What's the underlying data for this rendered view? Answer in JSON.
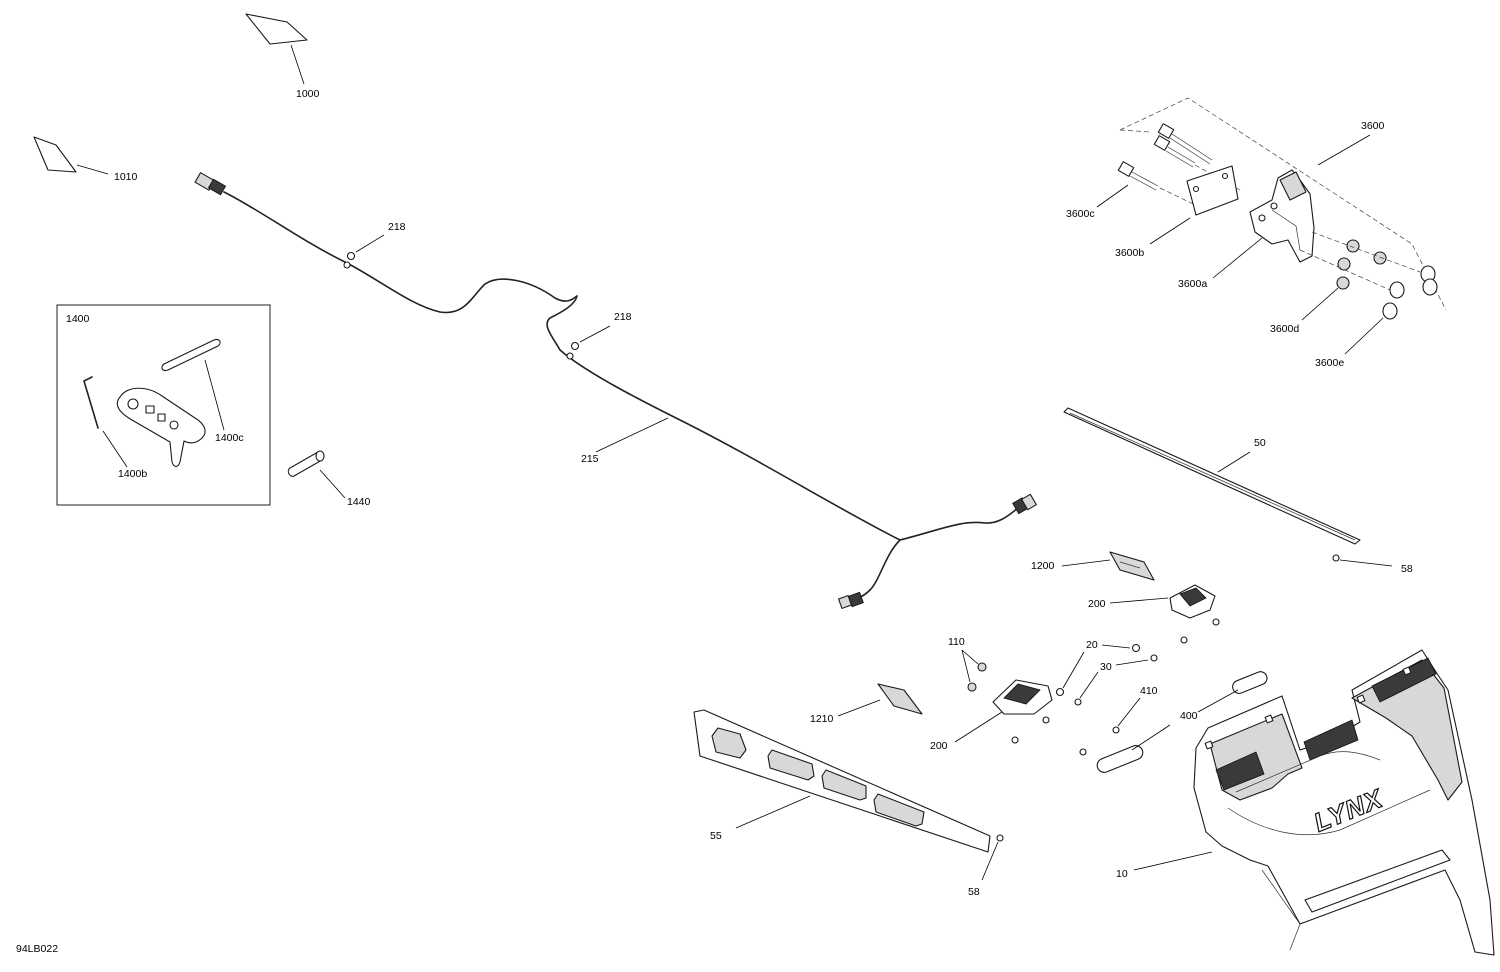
{
  "diagram": {
    "drawing_code": "94LB022",
    "brand_logo_text": "LYNX",
    "callouts": {
      "c1000": "1000",
      "c1010": "1010",
      "c218a": "218",
      "c218b": "218",
      "c215": "215",
      "c1400": "1400",
      "c1400b": "1400b",
      "c1400c": "1400c",
      "c1440": "1440",
      "c3600": "3600",
      "c3600a": "3600a",
      "c3600b": "3600b",
      "c3600c": "3600c",
      "c3600d": "3600d",
      "c3600e": "3600e",
      "c50": "50",
      "c58a": "58",
      "c58b": "58",
      "c1200": "1200",
      "c200a": "200",
      "c200b": "200",
      "c110": "110",
      "c20": "20",
      "c30": "30",
      "c410": "410",
      "c400": "400",
      "c1210": "1210",
      "c55": "55",
      "c10": "10"
    }
  }
}
